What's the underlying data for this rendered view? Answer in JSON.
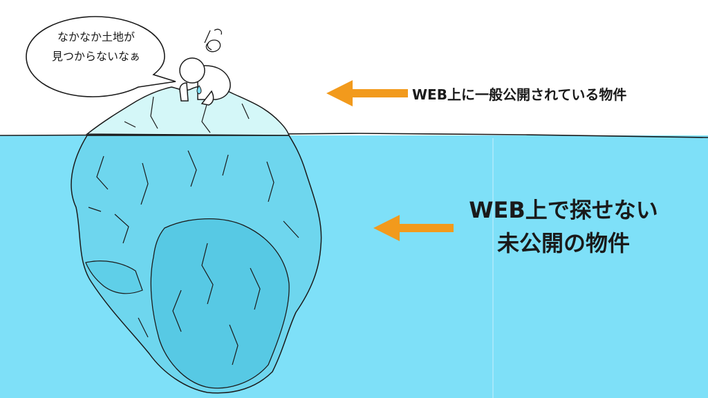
{
  "speech_bubble": {
    "line1": "なかなか土地が",
    "line2": "見つからないなぁ"
  },
  "labels": {
    "surface_listings": "WEB上に一般公開されている物件",
    "hidden_listings_line1": "WEB上で探せない",
    "hidden_listings_line2": "未公開の物件"
  },
  "colors": {
    "sky": "#ffffff",
    "water": "#7ee0f8",
    "ice_above": "#d4f7f8",
    "ice_below": "#6ed6ee",
    "ice_shadow": "#57c9e4",
    "arrow": "#f29a1c",
    "ink": "#1a1a1a"
  },
  "icons": {
    "person": "sitting-person-icon",
    "dizzy": "dizzy-swirl-icon",
    "sweat": "sweat-drop-icon"
  }
}
